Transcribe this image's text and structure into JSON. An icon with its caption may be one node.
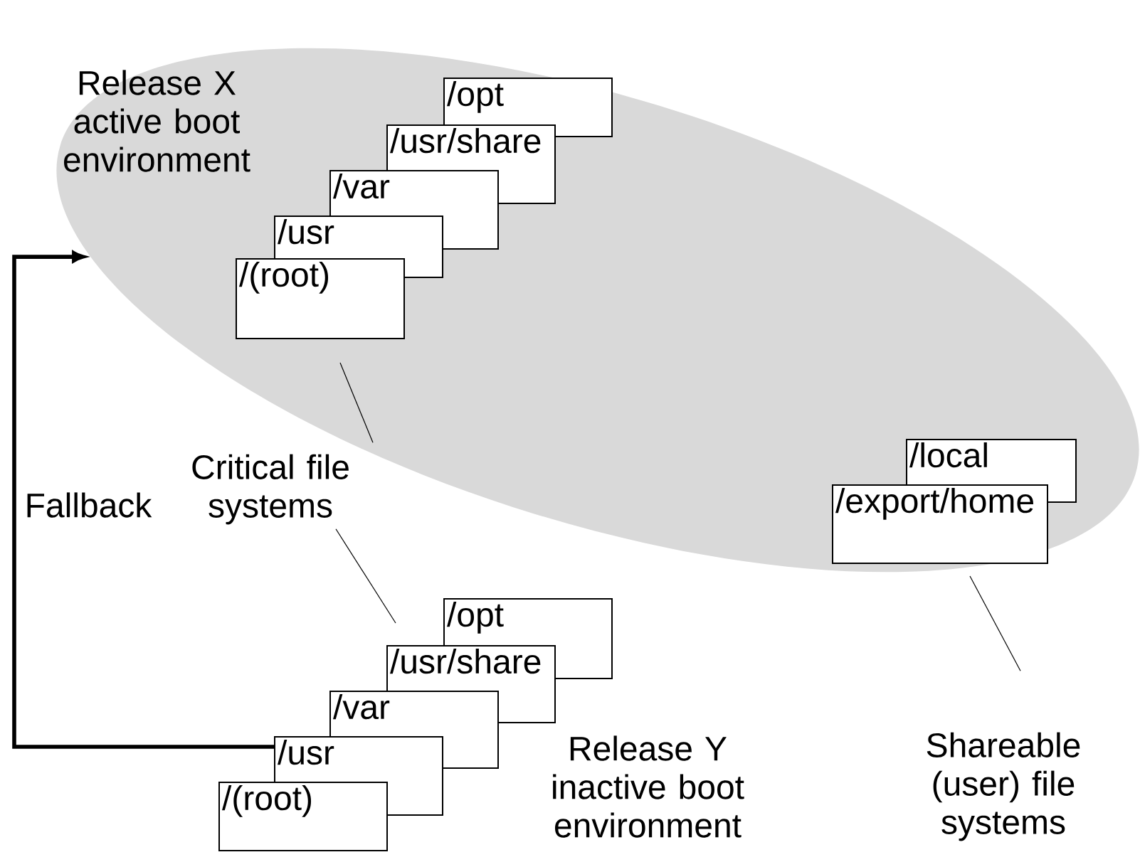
{
  "diagram": {
    "nodes": [
      {
        "text": [
          "Release X active boot environment"
        ]
      },
      {
        "text": [
          "/opt"
        ],
        "in": 0
      },
      {
        "text": [
          "/usr/share"
        ],
        "in": 0
      },
      {
        "text": [
          "/var"
        ],
        "in": 0
      },
      {
        "text": [
          "/usr"
        ],
        "in": 0
      },
      {
        "text": [
          "/(root)"
        ],
        "in": 0
      },
      {
        "text": [
          "/local"
        ],
        "in": 0
      },
      {
        "text": [
          "/export/home"
        ],
        "in": 0
      },
      {
        "text": [
          "Critical file systems"
        ]
      },
      {
        "text": [
          "/opt"
        ]
      },
      {
        "text": [
          "/usr/share"
        ]
      },
      {
        "text": [
          "/var"
        ]
      },
      {
        "text": [
          "/usr"
        ]
      },
      {
        "text": [
          "/(root)"
        ]
      },
      {
        "text": [
          "Shareable (user) file systems"
        ]
      }
    ],
    "edges": [
      {
        "from": 12,
        "to": 0,
        "arrow": "to",
        "label": "Fallback",
        "style": "thick"
      },
      {
        "from": 8,
        "to": 5,
        "arrow": "none"
      },
      {
        "from": 8,
        "to": 10,
        "arrow": "none"
      },
      {
        "from": 14,
        "to": 7,
        "arrow": "none"
      }
    ],
    "labels": [
      "Release Y inactive boot environment"
    ]
  }
}
